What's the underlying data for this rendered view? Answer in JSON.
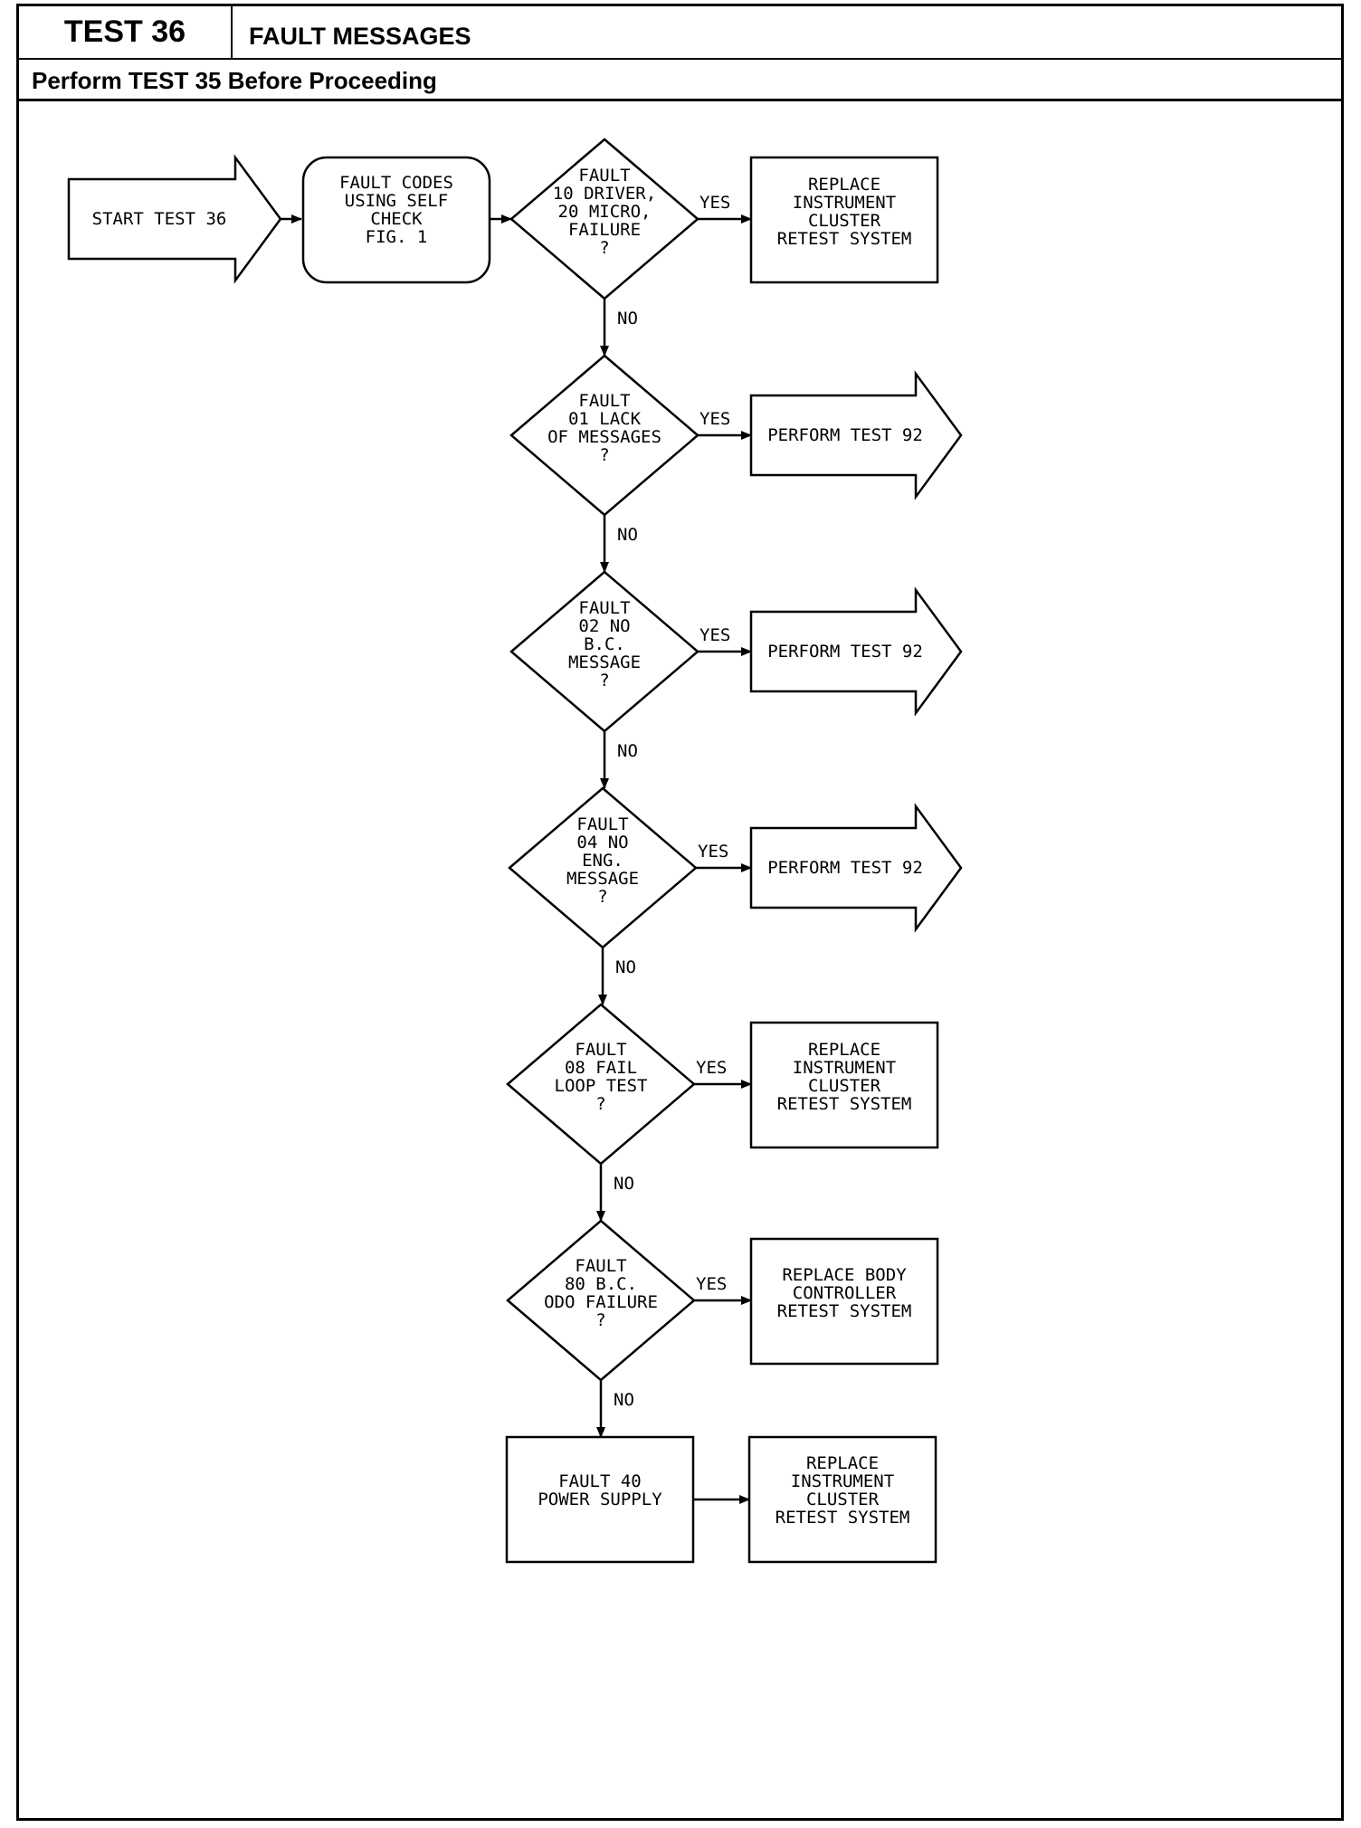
{
  "header": {
    "test_number": "TEST 36",
    "test_title": "FAULT MESSAGES",
    "prerequisite": "Perform TEST 35 Before Proceeding"
  },
  "flowchart": {
    "start": [
      "START TEST 36"
    ],
    "fault_codes": [
      "FAULT CODES",
      "USING SELF",
      "CHECK",
      "FIG. 1"
    ],
    "decisions": [
      {
        "lines": [
          "FAULT",
          "10 DRIVER,",
          "20 MICRO,",
          "FAILURE",
          "?"
        ],
        "yes": "YES",
        "no": "NO",
        "action": [
          "REPLACE",
          "INSTRUMENT",
          "CLUSTER",
          "RETEST SYSTEM"
        ]
      },
      {
        "lines": [
          "FAULT",
          "01 LACK",
          "OF MESSAGES",
          "?"
        ],
        "yes": "YES",
        "no": "NO",
        "action": [
          "PERFORM TEST 92"
        ]
      },
      {
        "lines": [
          "FAULT",
          "02 NO",
          "B.C.",
          "MESSAGE",
          "?"
        ],
        "yes": "YES",
        "no": "NO",
        "action": [
          "PERFORM TEST 92"
        ]
      },
      {
        "lines": [
          "FAULT",
          "04 NO",
          "ENG.",
          "MESSAGE",
          "?"
        ],
        "yes": "YES",
        "no": "NO",
        "action": [
          "PERFORM TEST 92"
        ]
      },
      {
        "lines": [
          "FAULT",
          "08 FAIL",
          "LOOP TEST",
          "?"
        ],
        "yes": "YES",
        "no": "NO",
        "action": [
          "REPLACE",
          "INSTRUMENT",
          "CLUSTER",
          "RETEST SYSTEM"
        ]
      },
      {
        "lines": [
          "FAULT",
          "80 B.C.",
          "ODO FAILURE",
          "?"
        ],
        "yes": "YES",
        "no": "NO",
        "action": [
          "REPLACE BODY",
          "CONTROLLER",
          "RETEST SYSTEM"
        ]
      }
    ],
    "final": {
      "box": [
        "FAULT 40",
        "POWER SUPPLY"
      ],
      "action": [
        "REPLACE",
        "INSTRUMENT",
        "CLUSTER",
        "RETEST SYSTEM"
      ]
    }
  }
}
